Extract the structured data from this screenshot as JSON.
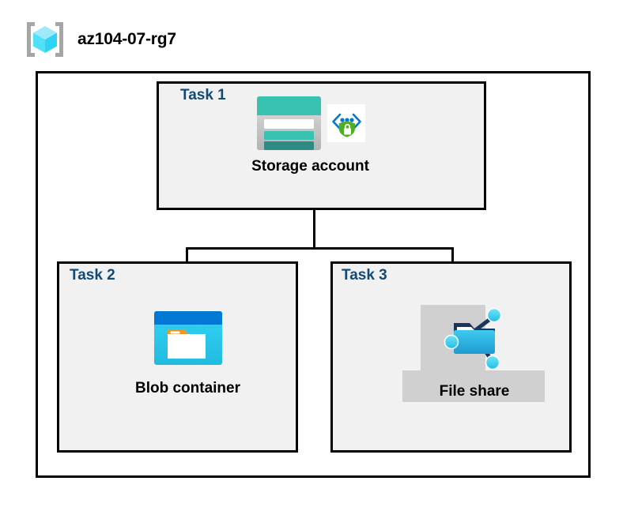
{
  "diagram": {
    "type": "azure-architecture-diagram",
    "resource_group": {
      "name": "az104-07-rg7",
      "icon": "resource-group-cube-icon"
    },
    "colors": {
      "task_label": "#114A75",
      "box_border": "#000000",
      "box_fill": "#f1f1f1",
      "canvas": "#ffffff",
      "connector": "#000000",
      "plate_gray": "#d0d0d0",
      "storage_teal": "#37C2B1",
      "storage_teal_dark": "#2E8B83",
      "blob_blue": "#0078D4",
      "blob_cyan": "#32D4F5",
      "blob_orange": "#F7941E",
      "fileshare_cyan": "#32BEE8",
      "fileshare_navy": "#19375E",
      "shield_green": "#4FAE21",
      "bracket_blue": "#0078D4"
    },
    "tasks": [
      {
        "label": "Task 1",
        "node": {
          "caption": "Storage account",
          "icons": [
            "storage-account-icon",
            "secure-endpoint-shield-icon"
          ]
        }
      },
      {
        "label": "Task 2",
        "node": {
          "caption": "Blob container",
          "icons": [
            "blob-container-icon"
          ]
        }
      },
      {
        "label": "Task 3",
        "node": {
          "caption": "File share",
          "icons": [
            "file-share-icon"
          ]
        }
      }
    ],
    "connections": [
      {
        "from": "Storage account",
        "to": "Blob container"
      },
      {
        "from": "Storage account",
        "to": "File share"
      }
    ]
  }
}
